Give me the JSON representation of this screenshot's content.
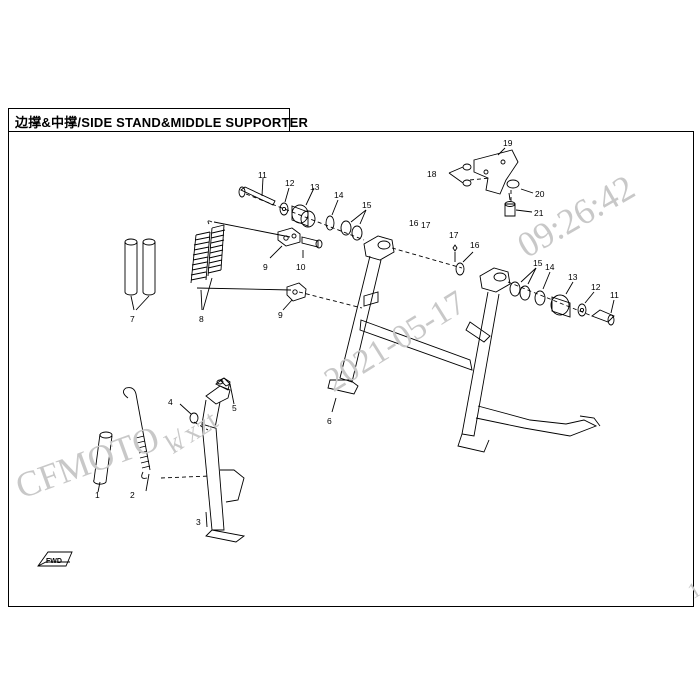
{
  "diagram": {
    "title": "边撑&中撑/SIDE STAND&MIDDLE SUPPORTER",
    "fwd_label": "FWD"
  },
  "watermark": {
    "brand": "CFMOTO",
    "user": "k̸ xzt",
    "date": "2021-05-17",
    "time": "09:26:42",
    "edge": "1"
  },
  "callouts": {
    "c1": "1",
    "c2": "2",
    "c3": "3",
    "c4": "4",
    "c5": "5",
    "c6": "6",
    "c7": "7",
    "c8": "8",
    "c9a": "9",
    "c9b": "9",
    "c10": "10",
    "c11a": "11",
    "c11b": "11",
    "c12a": "12",
    "c12b": "12",
    "c13a": "13",
    "c13b": "13",
    "c14a": "14",
    "c14b": "14",
    "c15a": "15",
    "c15b": "15",
    "c16a": "16",
    "c16b": "16",
    "c17a": "17",
    "c17b": "17",
    "c18": "18",
    "c19": "19",
    "c20": "20",
    "c21": "21"
  }
}
